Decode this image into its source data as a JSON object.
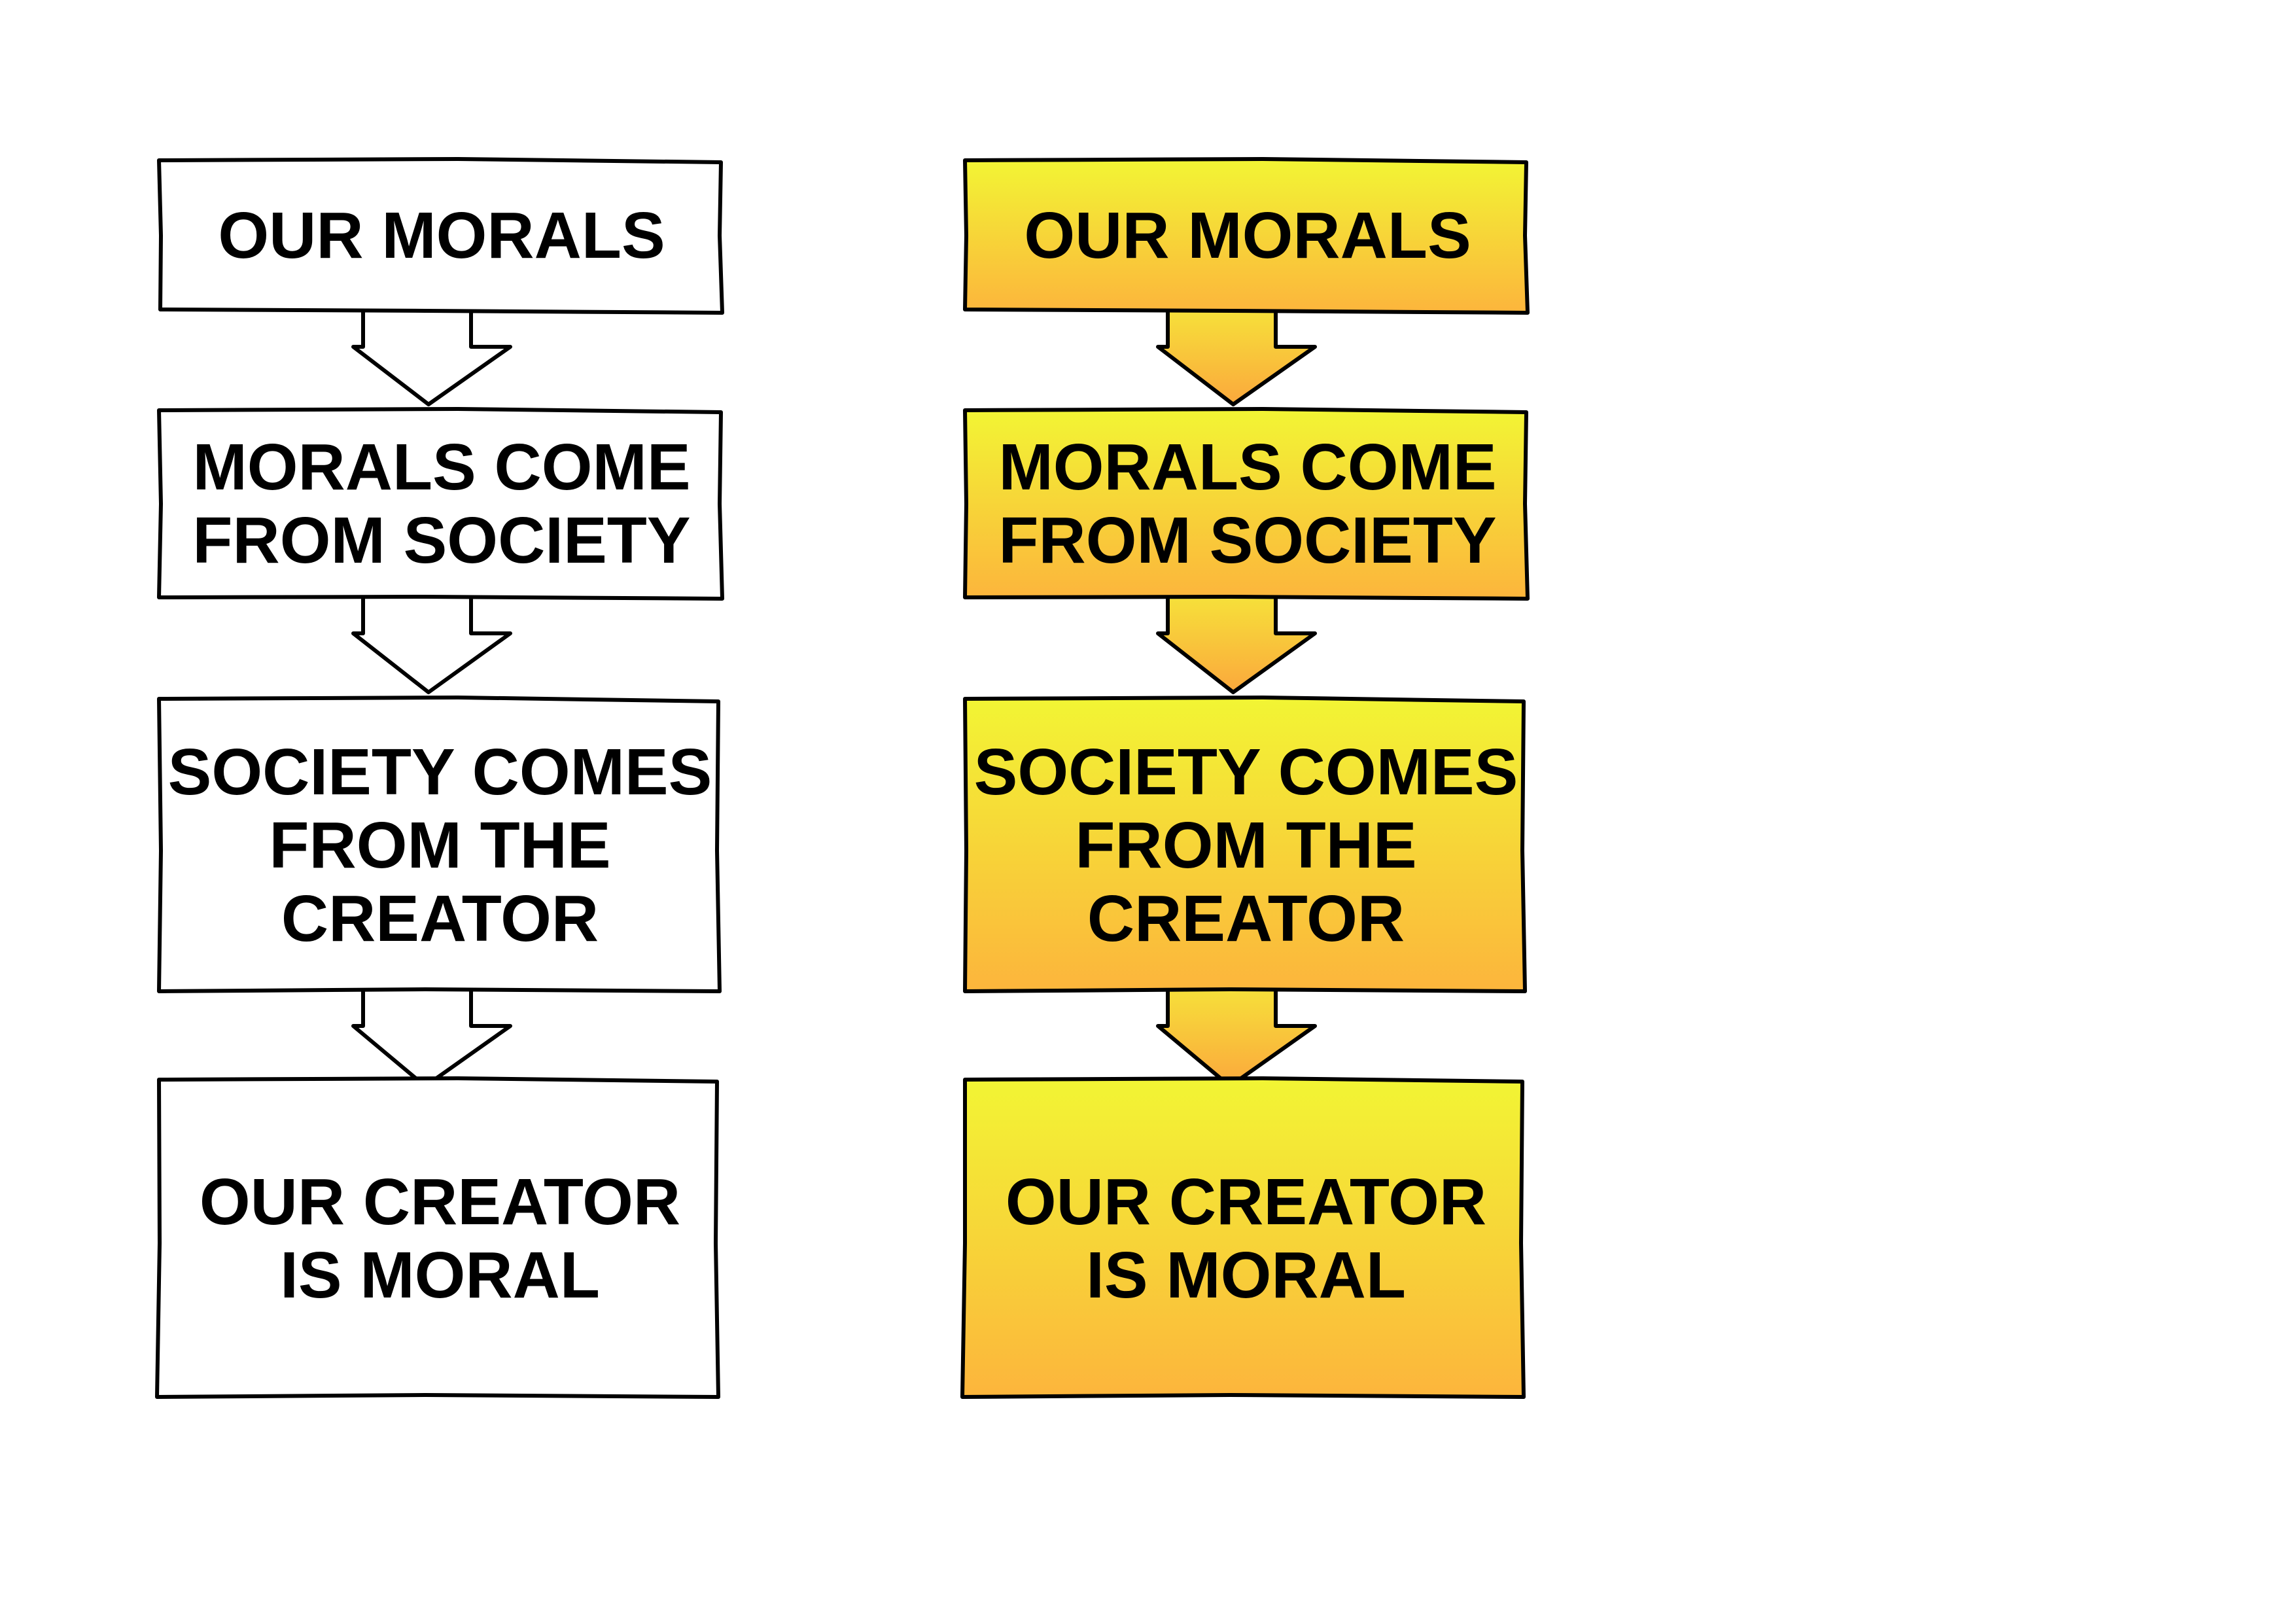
{
  "flowcharts": [
    {
      "style": "plain",
      "fill": "#ffffff",
      "steps": [
        {
          "text": "OUR MORALS"
        },
        {
          "text": "MORALS COME\nFROM SOCIETY"
        },
        {
          "text": "SOCIETY COMES\nFROM THE\nCREATOR"
        },
        {
          "text": "OUR CREATOR\nIS MORAL"
        }
      ]
    },
    {
      "style": "gradient",
      "fill_top": "#f2f534",
      "fill_bottom": "#fcb53c",
      "arrow_top": "#f6e23a",
      "arrow_bottom": "#fba83c",
      "steps": [
        {
          "text": "OUR MORALS"
        },
        {
          "text": "MORALS COME\nFROM SOCIETY"
        },
        {
          "text": "SOCIETY COMES\nFROM THE\nCREATOR"
        },
        {
          "text": "OUR CREATOR\nIS MORAL"
        }
      ]
    }
  ],
  "colors": {
    "stroke": "#000000",
    "text": "#000000"
  }
}
